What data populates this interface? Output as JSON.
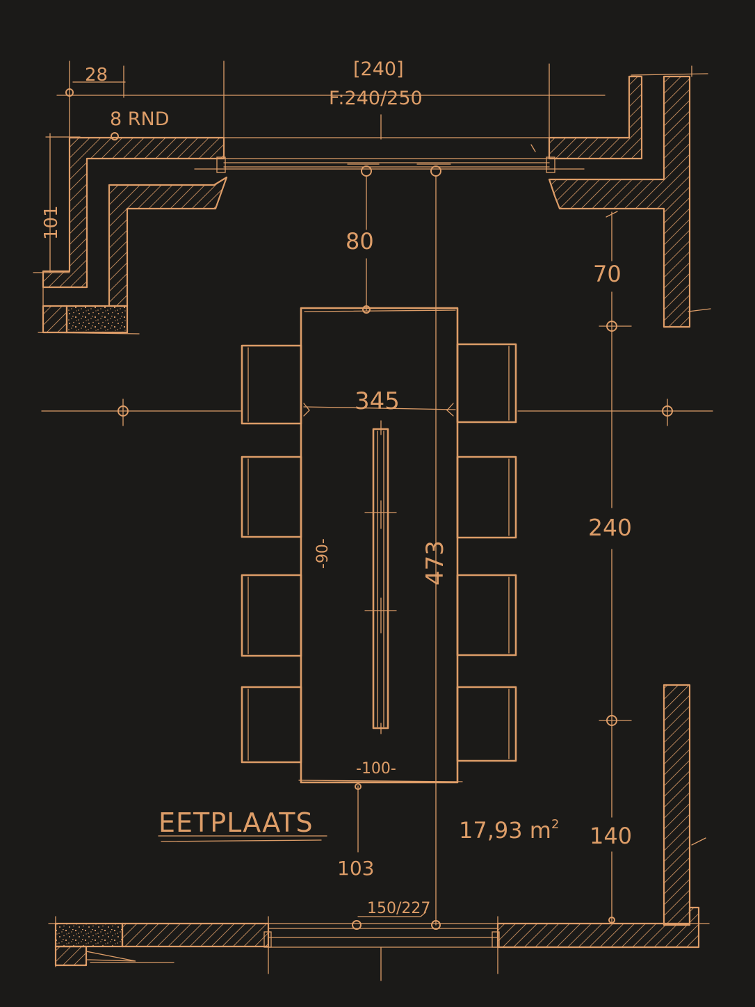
{
  "room": {
    "name": "EETPLAATS",
    "area": "17,93 m",
    "area_unit_superscript": "2"
  },
  "dimensions": {
    "wall_return": "28",
    "window_bracket": "[240]",
    "window_frame": "F:240/250",
    "pendant_note": "8 RND",
    "wall_depth": "101",
    "window_to_table": "80",
    "top_right_offset": "70",
    "table_width": "345",
    "right_span": "240",
    "table_length": "473",
    "table_inner_width": "-90-",
    "table_end_width": "-100-",
    "bottom_right_offset": "140",
    "table_to_wall": "103",
    "bottom_door": "150/227"
  },
  "colors": {
    "background": "#1b1a18",
    "ink": "#dd9d68"
  }
}
